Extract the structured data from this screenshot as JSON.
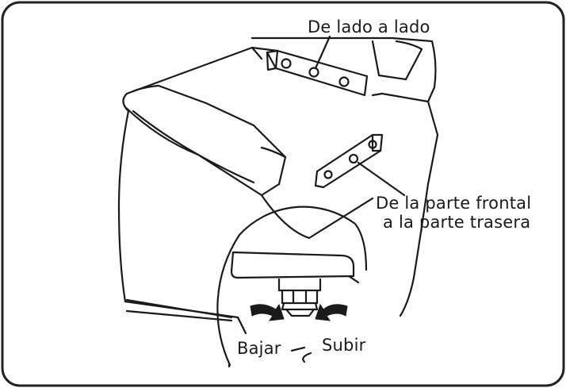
{
  "labels": {
    "side_to_side": "De lado a lado",
    "front_to_back_line1": "De la parte frontal",
    "front_to_back_line2": "a la parte trasera",
    "lower": "Bajar",
    "raise": "Subir"
  },
  "colors": {
    "line": "#1a1a1a",
    "background": "#ffffff",
    "frame_stroke": "#222222"
  },
  "icons": [
    "level-tool-icon",
    "rotate-counterclockwise-arrow-icon",
    "rotate-clockwise-arrow-icon",
    "leveling-foot-icon"
  ]
}
